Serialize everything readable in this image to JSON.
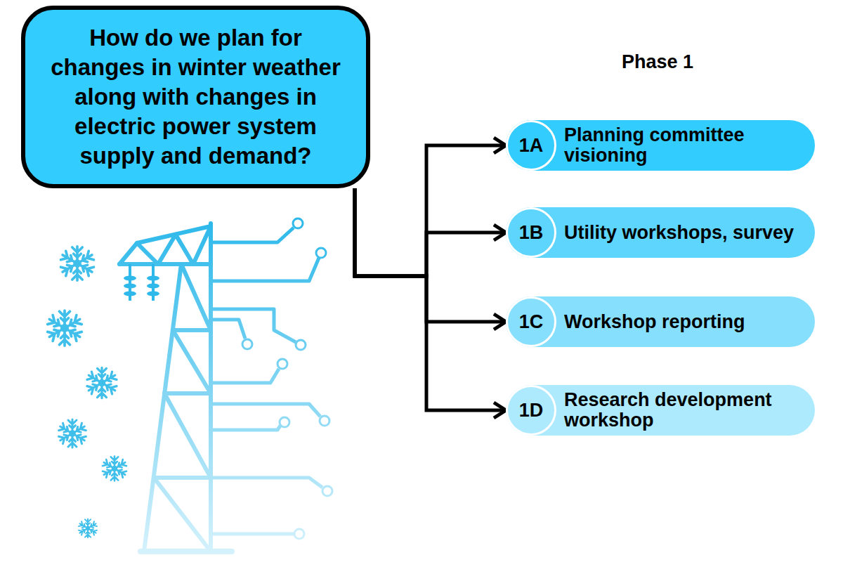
{
  "diagram": {
    "nodes": [
      {
        "text": [
          "How do we plan for changes in winter weather along with changes in electric power system supply and demand?"
        ]
      },
      {
        "text": [
          "Planning committee visioning"
        ]
      },
      {
        "text": [
          "1A"
        ],
        "in": 1
      },
      {
        "text": [
          "Utility workshops, survey"
        ]
      },
      {
        "text": [
          "1B"
        ],
        "in": 3
      },
      {
        "text": [
          "Workshop reporting"
        ]
      },
      {
        "text": [
          "1C"
        ],
        "in": 5
      },
      {
        "text": [
          "Research development workshop"
        ]
      },
      {
        "text": [
          "1D"
        ],
        "in": 7
      }
    ],
    "edges": [
      {
        "from": 0,
        "to": 1,
        "arrow": "to"
      },
      {
        "from": 0,
        "to": 3,
        "arrow": "to"
      },
      {
        "from": 0,
        "to": 5,
        "arrow": "to"
      },
      {
        "from": 0,
        "to": 7,
        "arrow": "to"
      }
    ],
    "labels": [
      "Phase 1"
    ]
  }
}
